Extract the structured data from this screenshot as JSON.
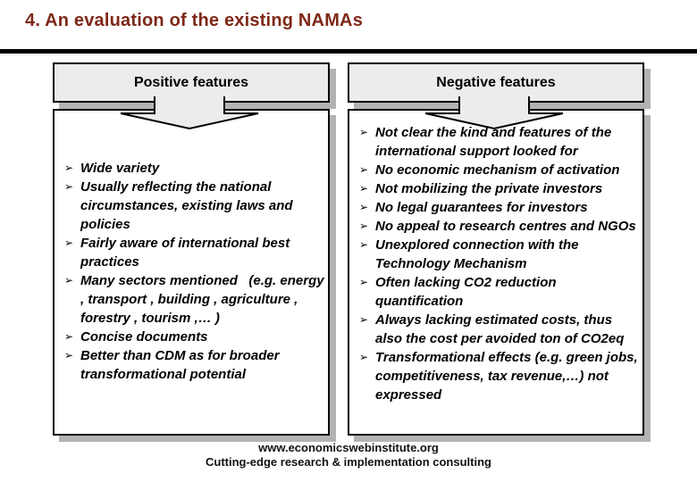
{
  "slide": {
    "title": "4. An evaluation of the existing NAMAs"
  },
  "columns": {
    "positive": {
      "header": "Positive features",
      "items": [
        "Wide variety",
        "Usually reflecting the national circumstances, existing laws and policies",
        "Fairly aware of international best practices",
        "Many sectors mentioned   (e.g. energy , transport , building , agriculture , forestry , tourism ,… )",
        "Concise documents",
        "Better than CDM as for broader transformational potential"
      ]
    },
    "negative": {
      "header": "Negative features",
      "items": [
        "Not clear the kind and features of the international support looked for",
        "No economic mechanism of activation",
        "Not mobilizing the private investors",
        "No legal guarantees for investors",
        "No appeal to research centres and NGOs",
        "Unexplored connection with the Technology Mechanism",
        "Often lacking CO2 reduction quantification",
        "Always lacking estimated costs, thus also the cost per avoided ton of CO2eq",
        "Transformational effects (e.g. green jobs, competitiveness, tax revenue,…) not expressed"
      ]
    }
  },
  "footer": {
    "line1": "www.economicswebinstitute.org",
    "line2": "Cutting-edge research & implementation consulting"
  },
  "icons": {
    "bullet": "➢"
  },
  "colors": {
    "title": "#7e2817",
    "box_fill": "#ececec",
    "border": "#000000",
    "shadow": "#b3b3b3"
  }
}
